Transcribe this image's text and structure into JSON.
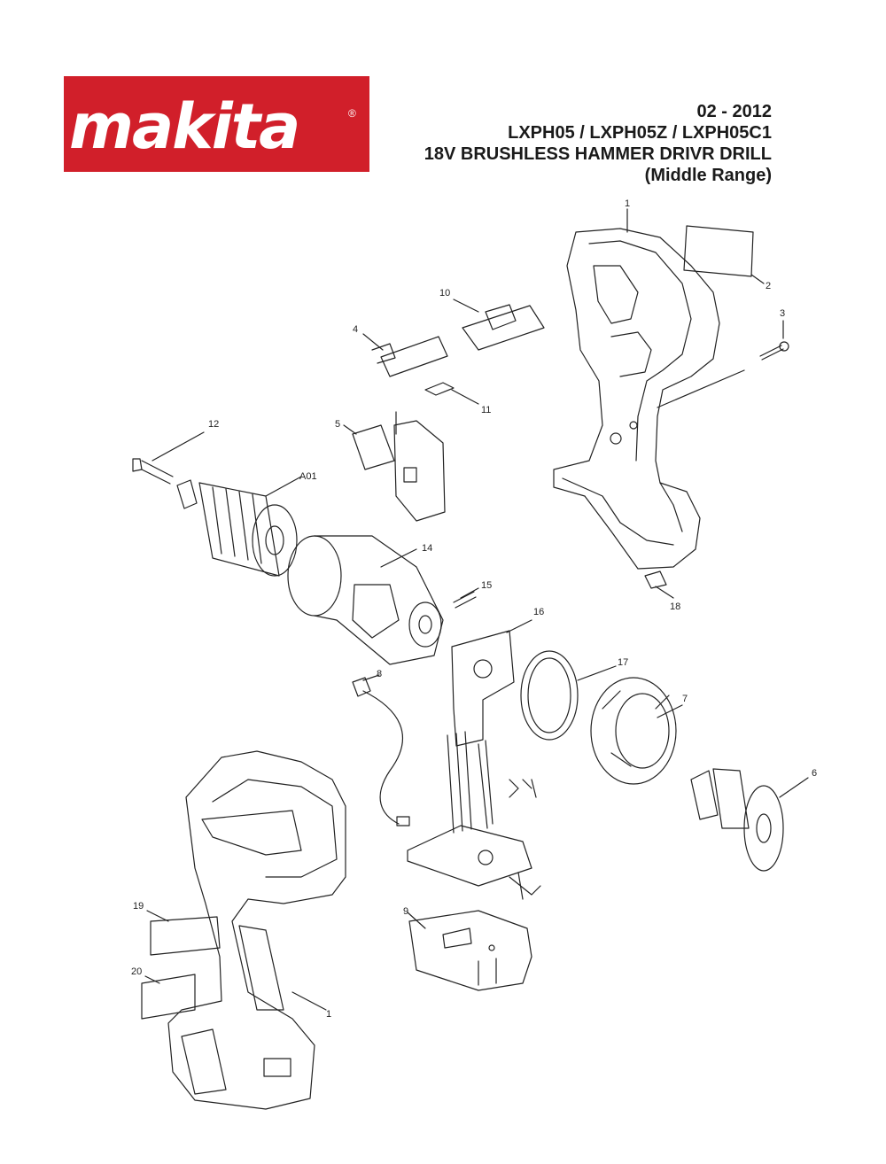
{
  "brand": {
    "logo_text": "makita",
    "registered_mark": "®"
  },
  "header": {
    "date": "02 - 2012",
    "models": "LXPH05 / LXPH05Z / LXPH05C1",
    "title": "18V BRUSHLESS HAMMER DRIVR DRILL",
    "subtitle": "(Middle Range)"
  },
  "callouts": {
    "p1_top": "1",
    "p2": "2",
    "p3": "3",
    "p4": "4",
    "p5": "5",
    "p6": "6",
    "p7": "7",
    "p8": "8",
    "p9": "9",
    "p10": "10",
    "p11": "11",
    "p12": "12",
    "pa01": "A01",
    "p14": "14",
    "p15": "15",
    "p16": "16",
    "p17": "17",
    "p18": "18",
    "p19": "19",
    "p20": "20",
    "p1_bottom": "1"
  }
}
